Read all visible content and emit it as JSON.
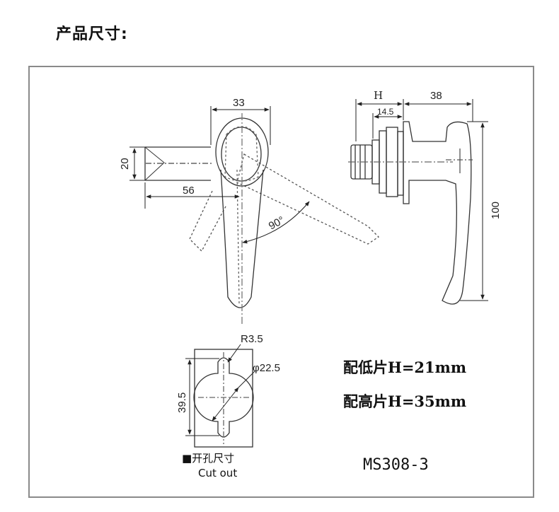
{
  "title": "产品尺寸:",
  "dimensions": {
    "front_width": "33",
    "shaft_height": "20",
    "shaft_length": "56",
    "rotation": "90°",
    "side_h": "H",
    "side_depth": "14.5",
    "side_width": "38",
    "side_height": "100",
    "cutout_radius": "R3.5",
    "cutout_diameter": "φ22.5",
    "cutout_height": "39.5"
  },
  "notes": {
    "low_plate": "配低片H=21mm",
    "high_plate": "配高片H=35mm"
  },
  "cutout_caption": {
    "zh": "■开孔尺寸",
    "en": "Cut out"
  },
  "model": "MS308-3"
}
